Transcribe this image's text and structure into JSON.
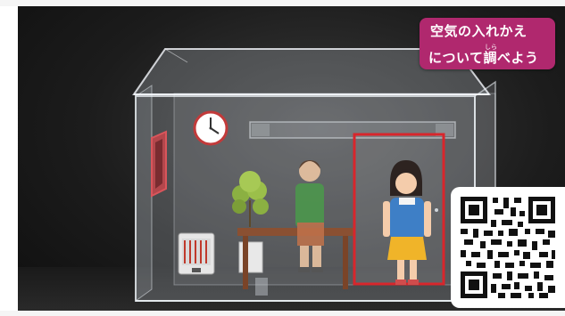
{
  "caption": {
    "line1": "空気の入れかえ",
    "ruby": "しら",
    "line2": "について調べよう",
    "background_color": "#b0286e",
    "text_color": "#ffffff"
  },
  "scene": {
    "highlight_color": "#d8262c",
    "icons": [
      "house-model-icon",
      "wall-clock-icon",
      "boy-figure-icon",
      "girl-figure-icon",
      "potted-plant-icon",
      "heater-icon",
      "table-icon",
      "window-icon",
      "qr-code-icon"
    ]
  }
}
